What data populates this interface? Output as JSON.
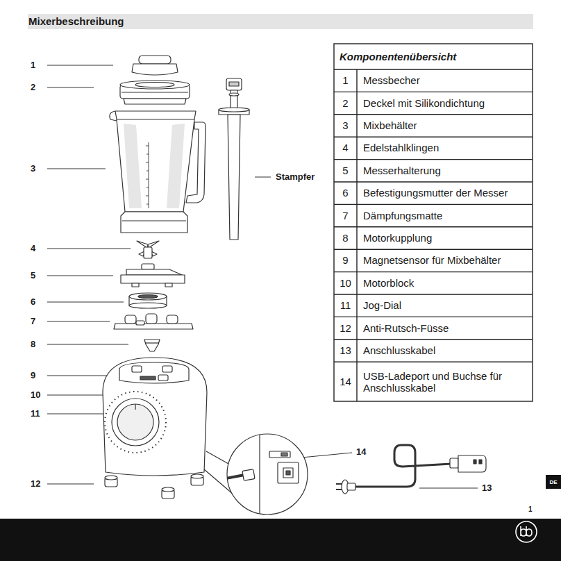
{
  "diagram": {
    "title": "Mixerbeschreibung",
    "nodes": [
      {
        "text": [
          "DE"
        ]
      }
    ],
    "labels": [
      "1",
      "2",
      "3",
      "4",
      "5",
      "6",
      "7",
      "8",
      "9",
      "10",
      "11",
      "12",
      "Stampfer",
      "Komponentenübersicht",
      "1",
      "Messbecher",
      "2",
      "Deckel mit Silikondichtung",
      "3",
      "Mixbehälter",
      "4",
      "Edelstahlklingen",
      "5",
      "Messerhalterung",
      "6",
      "Befestigungsmutter der Messer",
      "7",
      "Dämpfungsmatte",
      "8",
      "Motorkupplung",
      "9",
      "Magnetsensor für Mixbehälter",
      "10",
      "Motorblock",
      "11",
      "Jog-Dial",
      "12",
      "Anti-Rutsch-Füsse",
      "13",
      "Anschlusskabel",
      "14",
      "USB-Ladeport und Buchse für Anschlusskabel",
      "14",
      "13",
      "1"
    ]
  }
}
